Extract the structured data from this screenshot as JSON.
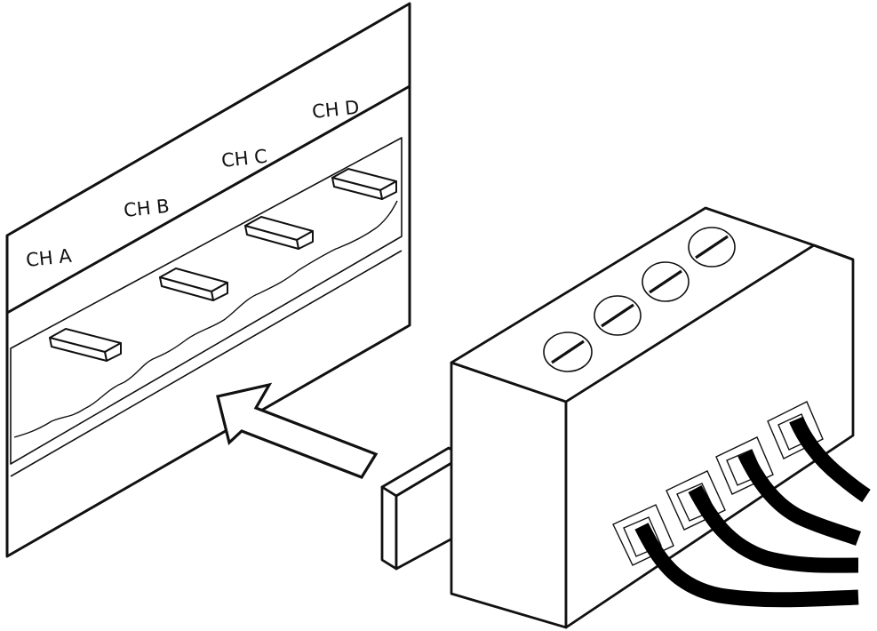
{
  "panel": {
    "channels": [
      {
        "label": "CH A"
      },
      {
        "label": "CH B"
      },
      {
        "label": "CH C"
      },
      {
        "label": "CH D"
      }
    ]
  },
  "terminal_block": {
    "screw_count": 4,
    "wire_count": 4
  },
  "colors": {
    "stroke": "#111111",
    "background": "#ffffff"
  }
}
